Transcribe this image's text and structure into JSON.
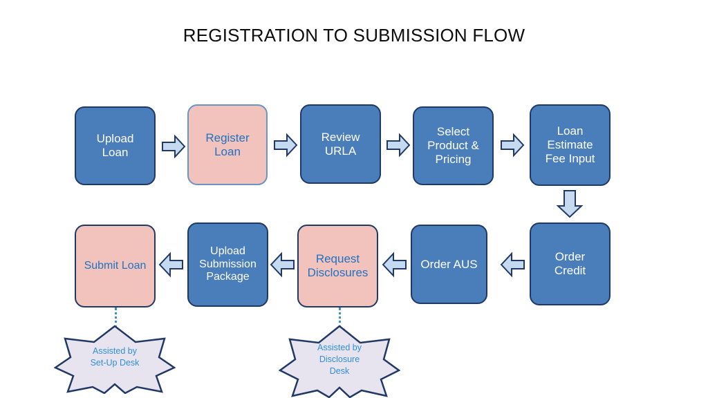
{
  "page": {
    "title": "REGISTRATION TO SUBMISSION FLOW",
    "background": "#ffffff"
  },
  "colors": {
    "blue_fill": "#4a7ebb",
    "blue_border": "#1f3864",
    "blue_text": "#ffffff",
    "pink_fill": "#f2c3bc",
    "pink_border_light": "#6a93c8",
    "pink_border_dark": "#1f3864",
    "pink_text": "#2072c3",
    "arrow_fill": "#c5d9f1",
    "arrow_border": "#1f3864",
    "star_fill": "#e8e4ef",
    "star_border": "#1f3864",
    "star_text": "#2f8fd4",
    "connector": "#3f8fd0"
  },
  "flow": {
    "row1": [
      {
        "id": "upload-loan",
        "label": "Upload\nLoan",
        "style": "blue"
      },
      {
        "id": "register-loan",
        "label": "Register\nLoan",
        "style": "pinkA"
      },
      {
        "id": "review-urla",
        "label": "Review\nURLA",
        "style": "blue"
      },
      {
        "id": "select-product-pricing",
        "label": "Select\nProduct &\nPricing",
        "style": "blue"
      },
      {
        "id": "loan-estimate-fee-input",
        "label": "Loan\nEstimate\nFee Input",
        "style": "blue"
      }
    ],
    "row2": [
      {
        "id": "order-credit",
        "label": "Order\nCredit",
        "style": "blue"
      },
      {
        "id": "order-aus",
        "label": "Order AUS",
        "style": "blue"
      },
      {
        "id": "request-disclosures",
        "label": "Request\nDisclosures",
        "style": "pinkB"
      },
      {
        "id": "upload-submission-package",
        "label": "Upload\nSubmission\nPackage",
        "style": "blue"
      },
      {
        "id": "submit-loan",
        "label": "Submit Loan",
        "style": "pinkB"
      }
    ],
    "arrows": [
      {
        "id": "arrow-upload-to-register",
        "direction": "right"
      },
      {
        "id": "arrow-register-to-review",
        "direction": "right"
      },
      {
        "id": "arrow-review-to-select",
        "direction": "right"
      },
      {
        "id": "arrow-select-to-loanest",
        "direction": "right"
      },
      {
        "id": "arrow-loanest-to-ordercredit",
        "direction": "down"
      },
      {
        "id": "arrow-ordercredit-to-orderaus",
        "direction": "left"
      },
      {
        "id": "arrow-orderaus-to-request",
        "direction": "left"
      },
      {
        "id": "arrow-request-to-upload",
        "direction": "left"
      },
      {
        "id": "arrow-upload-to-submit",
        "direction": "left"
      }
    ]
  },
  "callouts": [
    {
      "id": "assisted-setup-desk",
      "label": "Assisted by\nSet-Up Desk"
    },
    {
      "id": "assisted-disclosure-desk",
      "label": "Assisted by\nDisclosure\nDesk"
    }
  ]
}
